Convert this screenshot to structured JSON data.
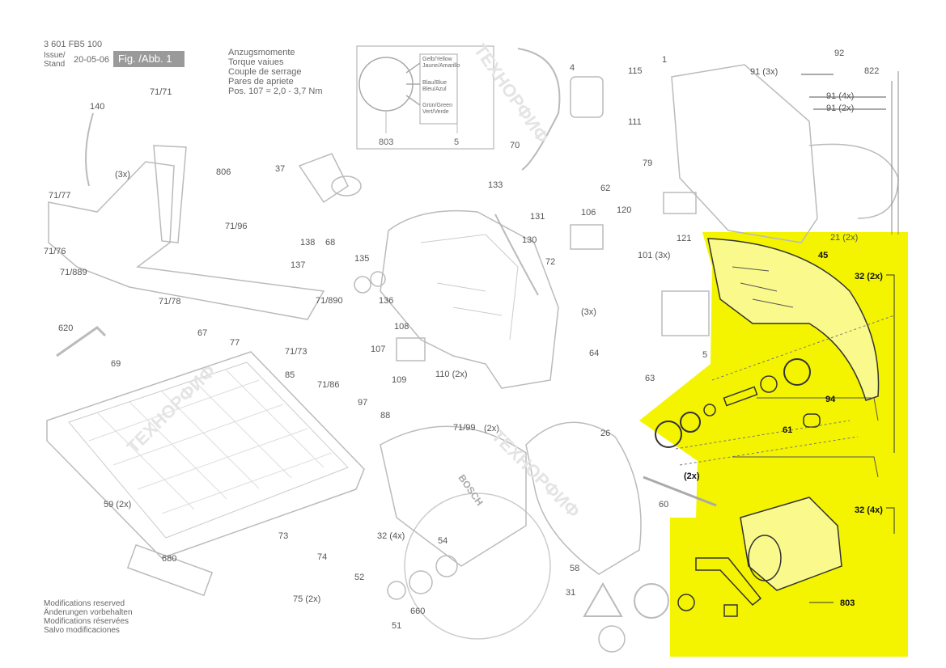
{
  "header": {
    "part_no": "3 601 FB5 100",
    "issue_label": "Issue/ Stand",
    "issue_date": "20-05-06",
    "fig_label": "Fig. /Abb. 1"
  },
  "torque": {
    "lines": [
      "Anzugsmomente",
      "Torque vaiues",
      "Couple de serrage",
      "Pares de apriete",
      "Pos. 107 =  2,0 - 3,7 Nm"
    ]
  },
  "wiring": {
    "labels": [
      "Gelb/Yellow Jaune/Amarillo",
      "Blau/Blue Bleu/Azul",
      "Grün/Green Vert/Verde"
    ],
    "left_ref": "803",
    "right_ref": "5"
  },
  "footer_notes": [
    "Modifications reserved",
    "Änderungen vorbehalten",
    "Modifications réservées",
    "Salvo modificaciones"
  ],
  "brand_text": "BOSCH",
  "watermark": "ТЕХНОРФИФ",
  "highlight_color": "#f4f400",
  "part_labels": {
    "p1": "1",
    "p4": "4",
    "p5a": "5",
    "p5b": "5",
    "p21": "21 (2x)",
    "p26": "26",
    "p31": "31",
    "p32a": "32 (2x)",
    "p32b": "32 (4x)",
    "p32c": "32 (4x)",
    "p37": "37",
    "p45": "45",
    "p51": "51",
    "p52": "52",
    "p54": "54",
    "p58": "58",
    "p59": "59 (2x)",
    "p60": "60",
    "p61": "61",
    "p62": "62",
    "p63": "63",
    "p64": "64",
    "p67": "67",
    "p68": "68",
    "p69": "69",
    "p70": "70",
    "p71_71": "71/71",
    "p71_73": "71/73",
    "p71_76": "71/76",
    "p71_77": "71/77",
    "p71_78": "71/78",
    "p71_86": "71/86",
    "p71_889": "71/889",
    "p71_890": "71/890",
    "p71_96": "71/96",
    "p71_99": "71/99",
    "p72": "72",
    "p73": "73",
    "p74": "74",
    "p75": "75 (2x)",
    "p77": "77",
    "p79": "79",
    "p85": "85",
    "p88": "88",
    "p91a": "91 (3x)",
    "p91b": "91 (4x)",
    "p91c": "91 (2x)",
    "p92": "92",
    "p94": "94",
    "p97": "97",
    "p101": "101 (3x)",
    "p106": "106",
    "p107": "107",
    "p108": "108",
    "p109": "109",
    "p110": "110 (2x)",
    "p111": "111",
    "p115": "115",
    "p120": "120",
    "p121": "121",
    "p130": "130",
    "p131": "131",
    "p133": "133",
    "p135": "135",
    "p136": "136",
    "p137": "137",
    "p138": "138",
    "p140": "140",
    "p620": "620",
    "p660": "660",
    "p680": "680",
    "p803": "803",
    "p806": "806",
    "p822": "822",
    "px2a": "(2x)",
    "px2b": "(2x)",
    "px3a": "(3x)",
    "px3b": "(3x)"
  }
}
